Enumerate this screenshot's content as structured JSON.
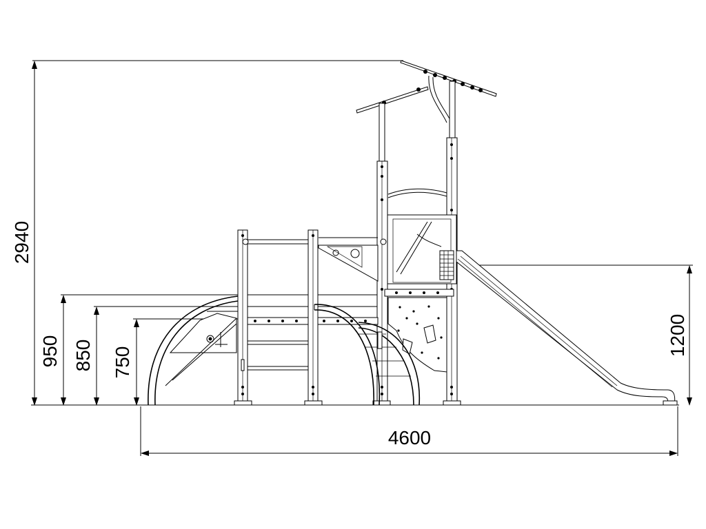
{
  "dimensions": {
    "width_label": "4600",
    "total_height_label": "2940",
    "slide_height_label": "1200",
    "platform_heights": [
      "950",
      "850",
      "750"
    ]
  }
}
